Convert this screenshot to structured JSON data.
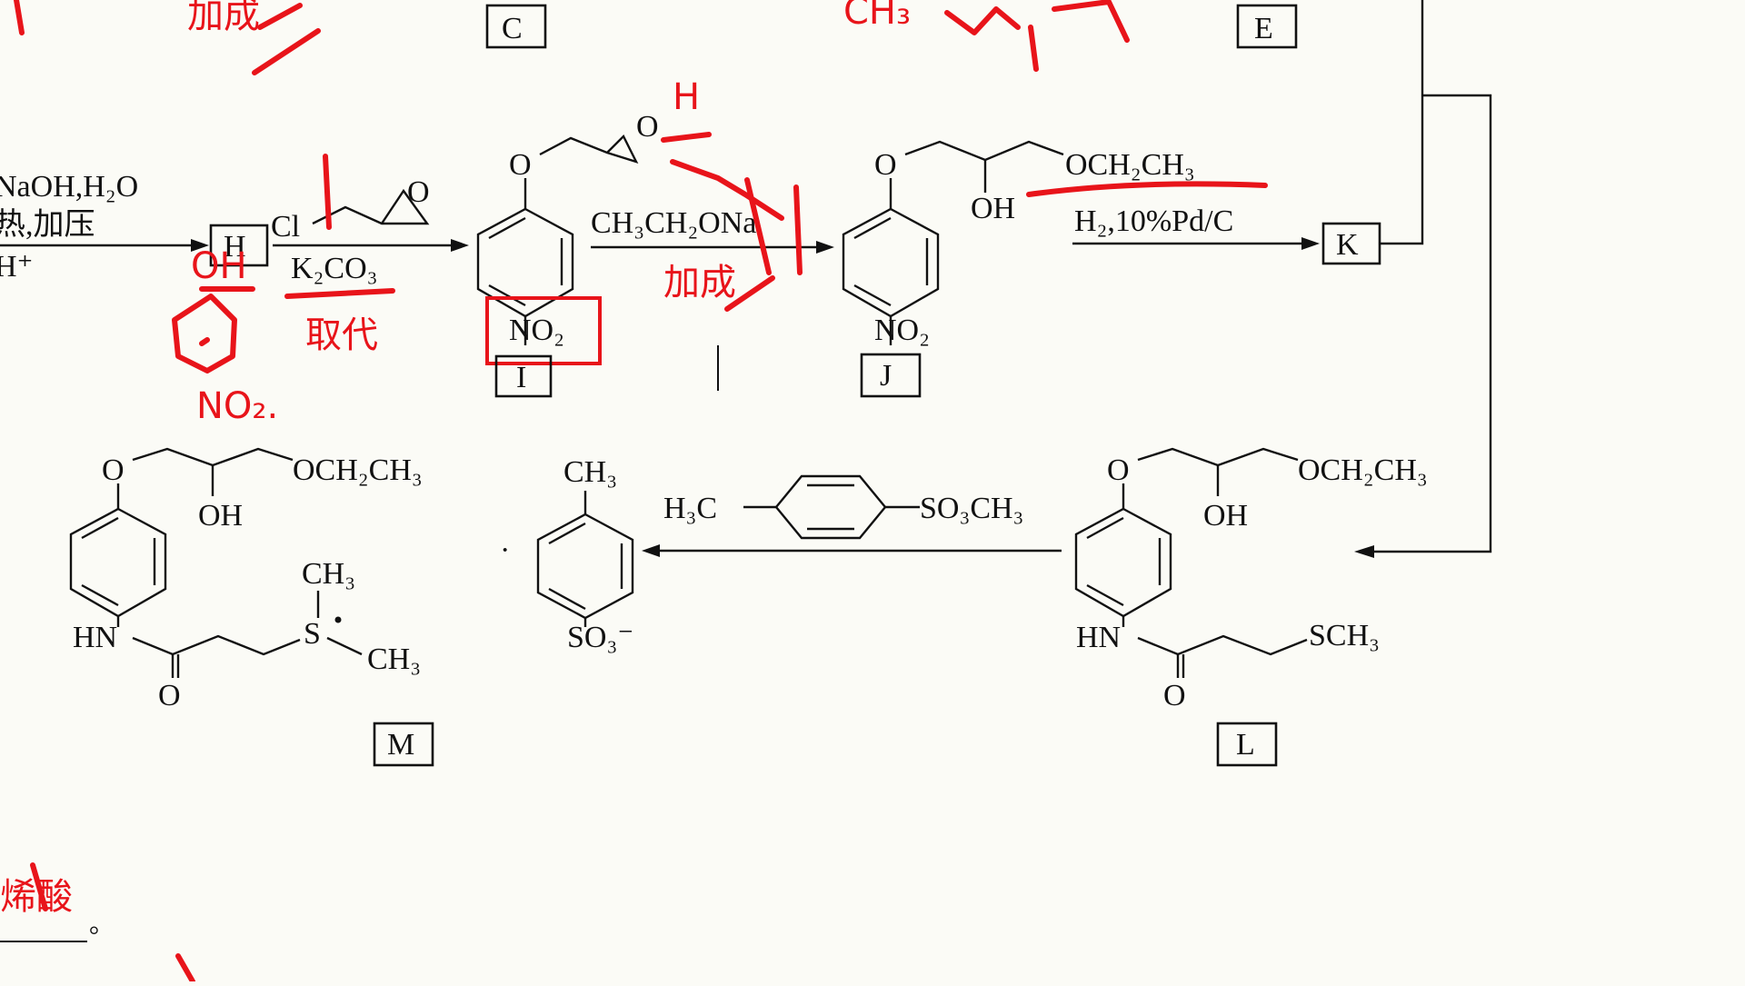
{
  "labels": {
    "C": "C",
    "E": "E",
    "H": "H",
    "I": "I",
    "J": "J",
    "K": "K",
    "L": "L",
    "M": "M"
  },
  "reagents": {
    "step1_a": "NaOH,H₂O",
    "step1_b": "热,加压",
    "step1_c": "H⁺",
    "step2_a": "Cl",
    "step2_b": "K₂CO₃",
    "step3": "CH₃CH₂ONa",
    "step4": "H₂,10%Pd/C",
    "step5_left": "H₃C",
    "step5_right": "SO₃CH₃"
  },
  "atoms": {
    "O": "O",
    "OH": "OH",
    "NO2": "NO₂",
    "OEt": "OCH₂CH₃",
    "HN": "HN",
    "SCH3": "SCH₃",
    "CH3": "CH₃",
    "S": "S",
    "SO3": "SO₃⁻",
    "dot": "·"
  },
  "annotations": {
    "top_left": "加成",
    "top_mid": "CH₃",
    "epoxide_h": "H",
    "under_h_1": "OH",
    "under_h_2": "NO₂.",
    "substitution": "取代",
    "addition_mid": "加成",
    "bottom_left": "烯酸",
    "bottom_left_2": "。"
  },
  "colors": {
    "ink": "#e8141a",
    "structure": "#111111",
    "background": "#fbfbf6"
  }
}
